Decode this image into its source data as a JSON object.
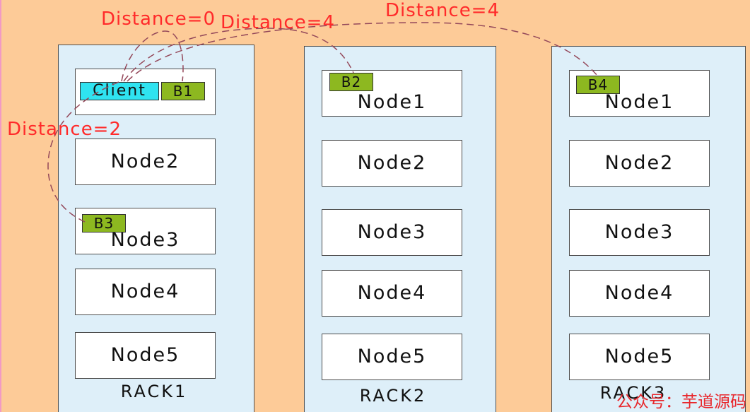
{
  "colors": {
    "background": "#FDCB98",
    "rack_fill": "#DEEFF9",
    "node_fill": "#FFFFFF",
    "client_fill": "#2FE3F0",
    "block_fill": "#8DB820",
    "distance_text": "#FF2A2A",
    "link_dash": "#94485A",
    "watermark_color": "#E8262B",
    "edge_line": "#F29AC4"
  },
  "distances": {
    "client_to_b1": "Distance=0",
    "client_to_b2": "Distance=4",
    "client_to_b3": "Distance=2",
    "client_to_b4": "Distance=4"
  },
  "racks": [
    {
      "label": "RACK1",
      "nodes": [
        {
          "client": "Client",
          "block": "B1"
        },
        {
          "label": "Node2"
        },
        {
          "label": "Node3",
          "block": "B3"
        },
        {
          "label": "Node4"
        },
        {
          "label": "Node5"
        }
      ]
    },
    {
      "label": "RACK2",
      "nodes": [
        {
          "label": "Node1",
          "block": "B2"
        },
        {
          "label": "Node2"
        },
        {
          "label": "Node3"
        },
        {
          "label": "Node4"
        },
        {
          "label": "Node5"
        }
      ]
    },
    {
      "label": "RACK3",
      "nodes": [
        {
          "label": "Node1",
          "block": "B4"
        },
        {
          "label": "Node2"
        },
        {
          "label": "Node3"
        },
        {
          "label": "Node4"
        },
        {
          "label": "Node5"
        }
      ]
    }
  ],
  "watermark": "公众号：芋道源码"
}
